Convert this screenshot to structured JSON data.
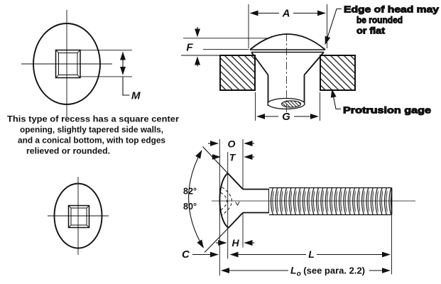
{
  "figure": {
    "colors": {
      "ink": "#111111",
      "background": "#ffffff"
    },
    "recess_top_view": {
      "dim_m": "M"
    },
    "recess_caption": {
      "lines": [
        "This type of recess has a square center",
        "opening, slightly tapered side walls,",
        "and a conical bottom, with top edges",
        "relieved or rounded."
      ]
    },
    "countersink_section_view": {
      "dim_a": "A",
      "dim_f": "F",
      "dim_g": "G",
      "edge_note_lines": [
        "Edge of head may",
        "be rounded",
        "or flat"
      ],
      "gage_label": "Protrusion gage"
    },
    "bolt_side_view": {
      "dim_o": "O",
      "dim_t": "T",
      "dim_h": "H",
      "dim_c": "C",
      "dim_l": "L",
      "angle_upper": "82°",
      "angle_lower": "80°",
      "lo_main": "L",
      "lo_sub": "o",
      "lo_rest": " (see para. 2.2)"
    }
  }
}
